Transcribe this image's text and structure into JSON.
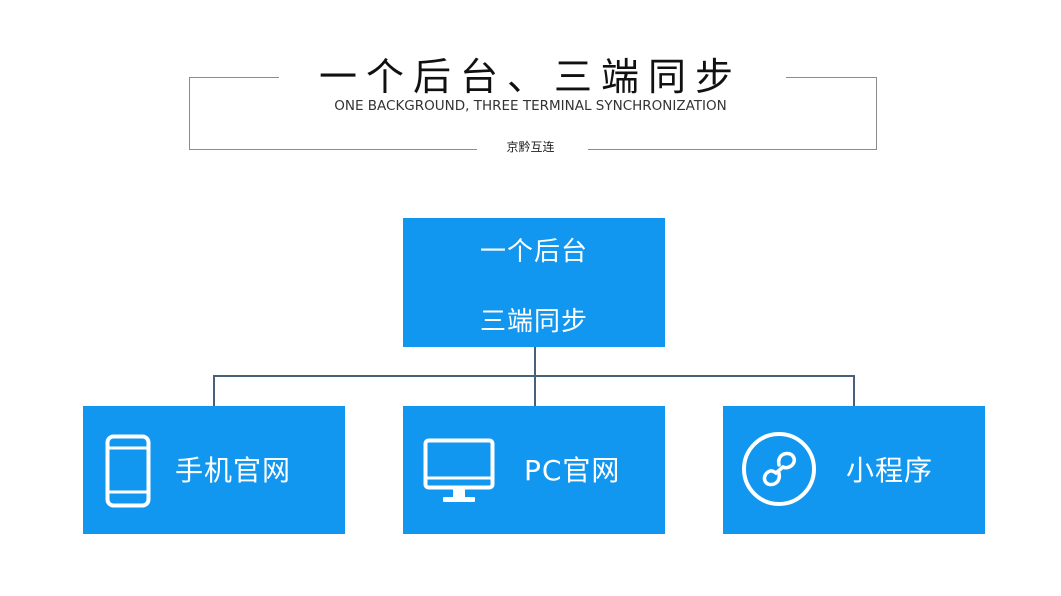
{
  "header": {
    "title_cn": "一个后台、三端同步",
    "title_en": "ONE BACKGROUND, THREE TERMINAL SYNCHRONIZATION",
    "brand": "京黔互连"
  },
  "diagram": {
    "top": {
      "line1": "一个后台",
      "line2": "三端同步"
    },
    "leaves": [
      {
        "label": "手机官网",
        "icon": "smartphone-icon"
      },
      {
        "label": "PC官网",
        "icon": "monitor-icon"
      },
      {
        "label": "小程序",
        "icon": "mini-program-icon"
      }
    ]
  },
  "colors": {
    "box": "#1297f0",
    "connector": "#48617a",
    "frame": "#8c8c8c"
  }
}
